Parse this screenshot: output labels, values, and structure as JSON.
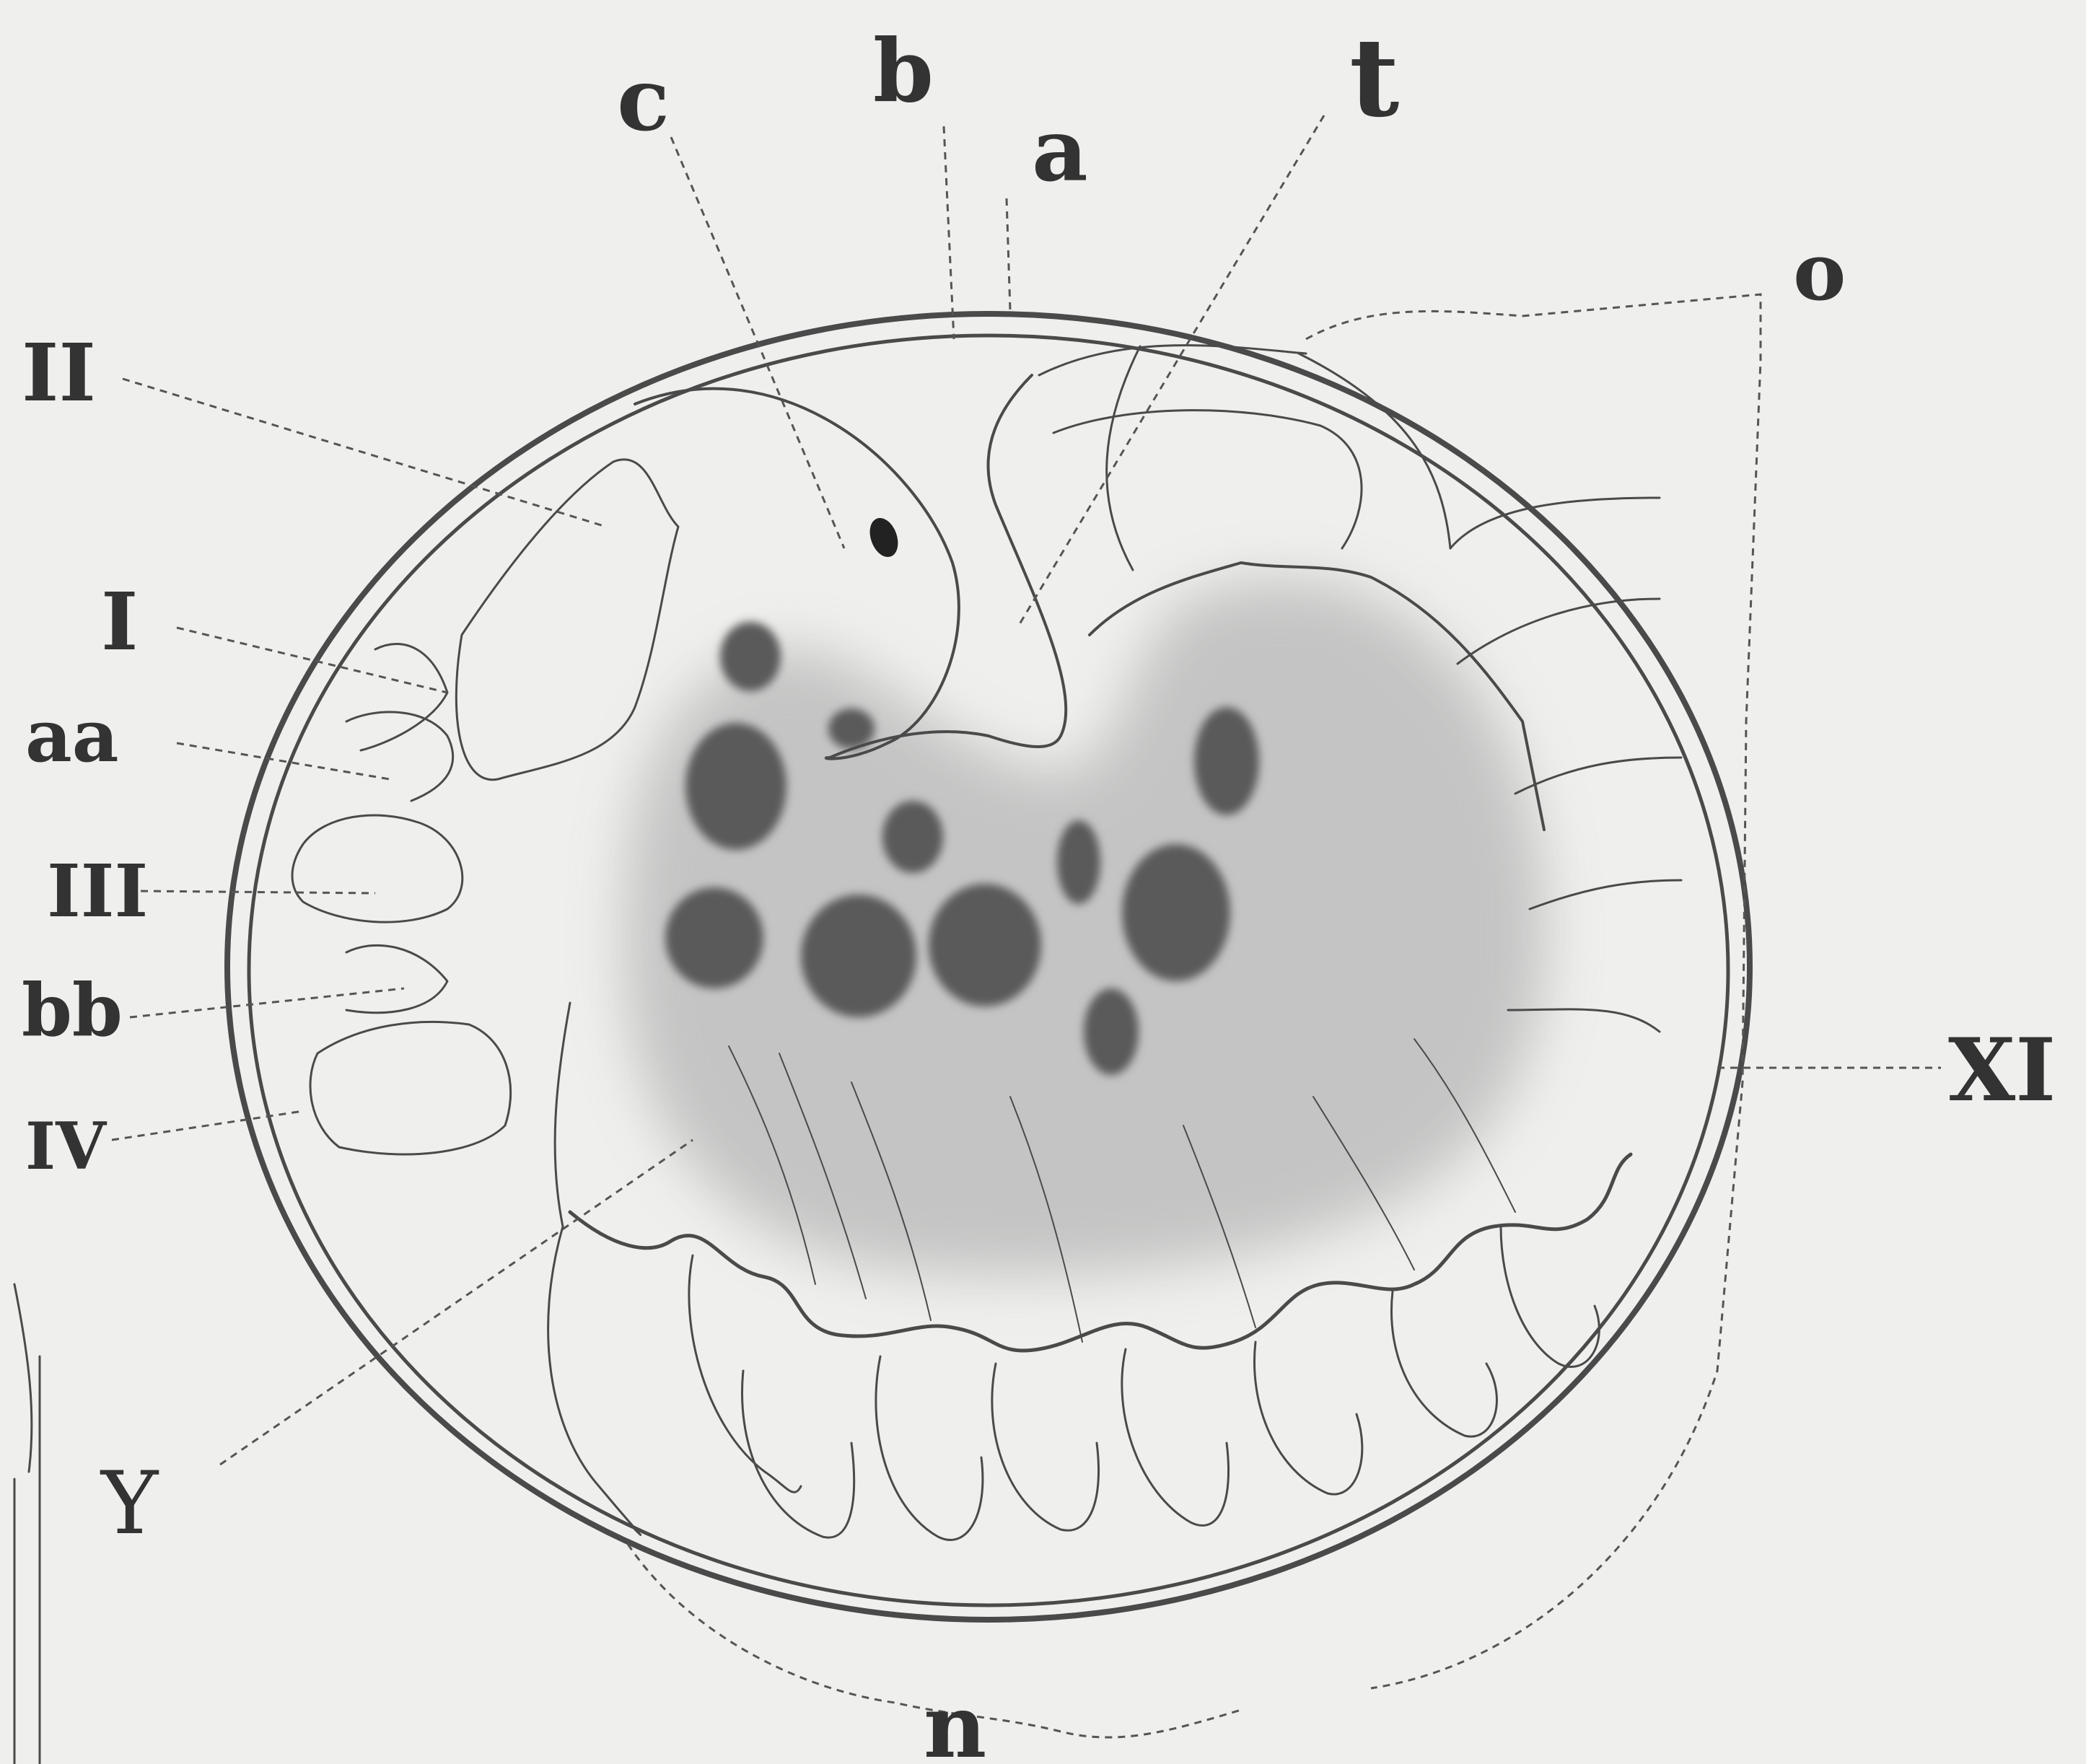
{
  "figure": {
    "labels": {
      "c": "c",
      "b": "b",
      "a": "a",
      "t": "t",
      "o": "o",
      "II": "II",
      "I": "I",
      "aa": "aa",
      "III": "III",
      "bb": "bb",
      "IV": "IV",
      "XI": "XI",
      "Y": "Y",
      "n": "n"
    },
    "colors": {
      "background": "#efefed",
      "ink": "#4a4a4a",
      "yolk": "#bdbdbd",
      "yolk_spots": "#5a5a5a"
    }
  }
}
